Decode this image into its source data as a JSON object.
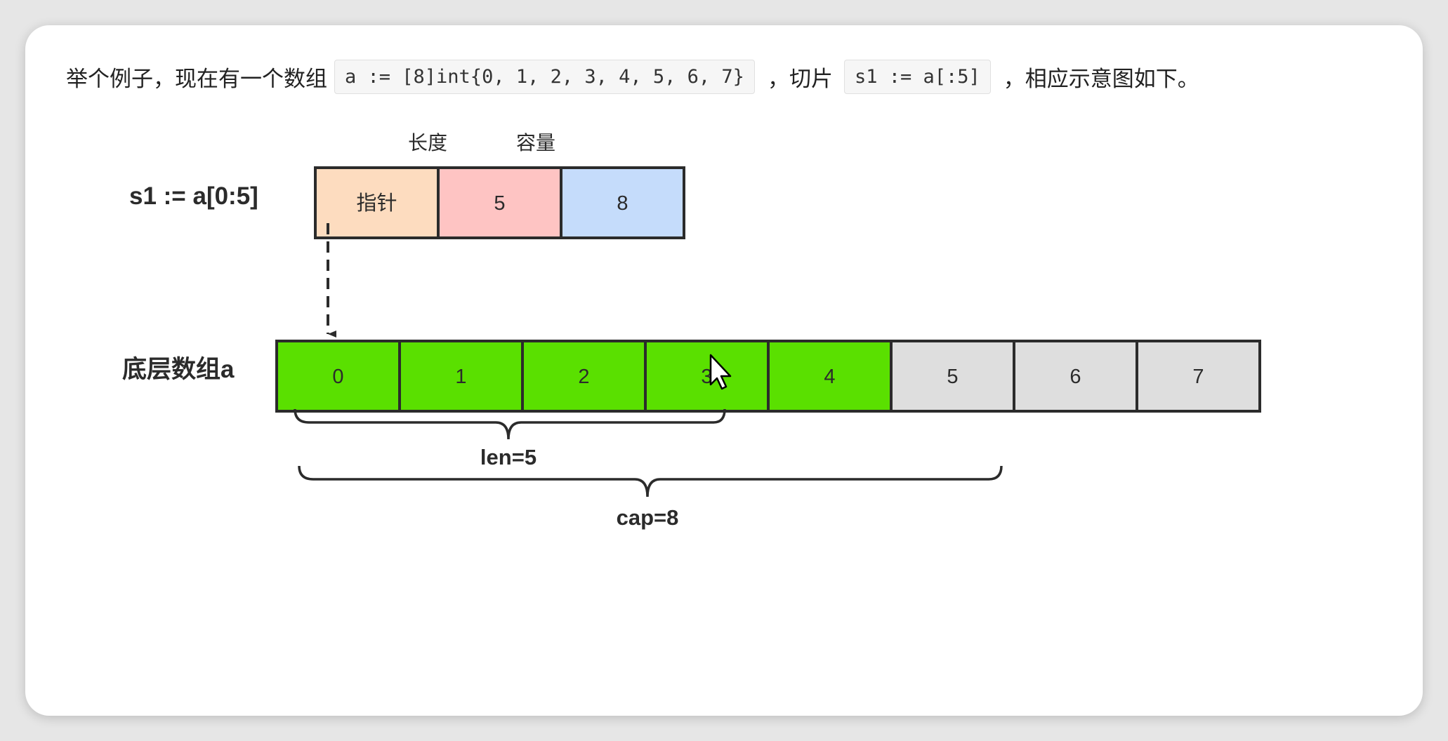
{
  "intro": {
    "prefix": "举个例子，现在有一个数组",
    "array_code": "a := [8]int{0, 1, 2, 3, 4, 5, 6, 7}",
    "middle": "，切片",
    "slice_code": "s1 := a[:5]",
    "suffix": "，相应示意图如下。"
  },
  "slice": {
    "label": "s1 := a[0:5]",
    "header_len": "长度",
    "header_cap": "容量",
    "cells": [
      {
        "text": "指针",
        "color": "#fddcbf"
      },
      {
        "text": "5",
        "color": "#fec4c3"
      },
      {
        "text": "8",
        "color": "#c5dcfb"
      }
    ]
  },
  "array": {
    "label": "底层数组a",
    "cells": [
      "0",
      "1",
      "2",
      "3",
      "4",
      "5",
      "6",
      "7"
    ],
    "length": 5,
    "active_color": "#5ae000",
    "inactive_color": "#dedede"
  },
  "braces": {
    "len_label": "len=5",
    "cap_label": "cap=8"
  },
  "colors": {
    "stroke": "#2b2b2b",
    "text": "#2b2b2b"
  }
}
